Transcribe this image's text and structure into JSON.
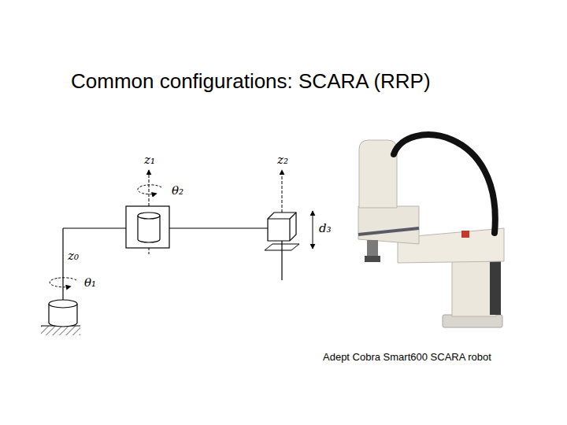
{
  "diagram": {
    "title": "Common configurations: SCARA (RRP)",
    "caption": "Adept Cobra Smart600 SCARA robot",
    "labels": [
      "z₁",
      "θ₂",
      "z₂",
      "d₃",
      "z₀",
      "θ₁"
    ]
  }
}
